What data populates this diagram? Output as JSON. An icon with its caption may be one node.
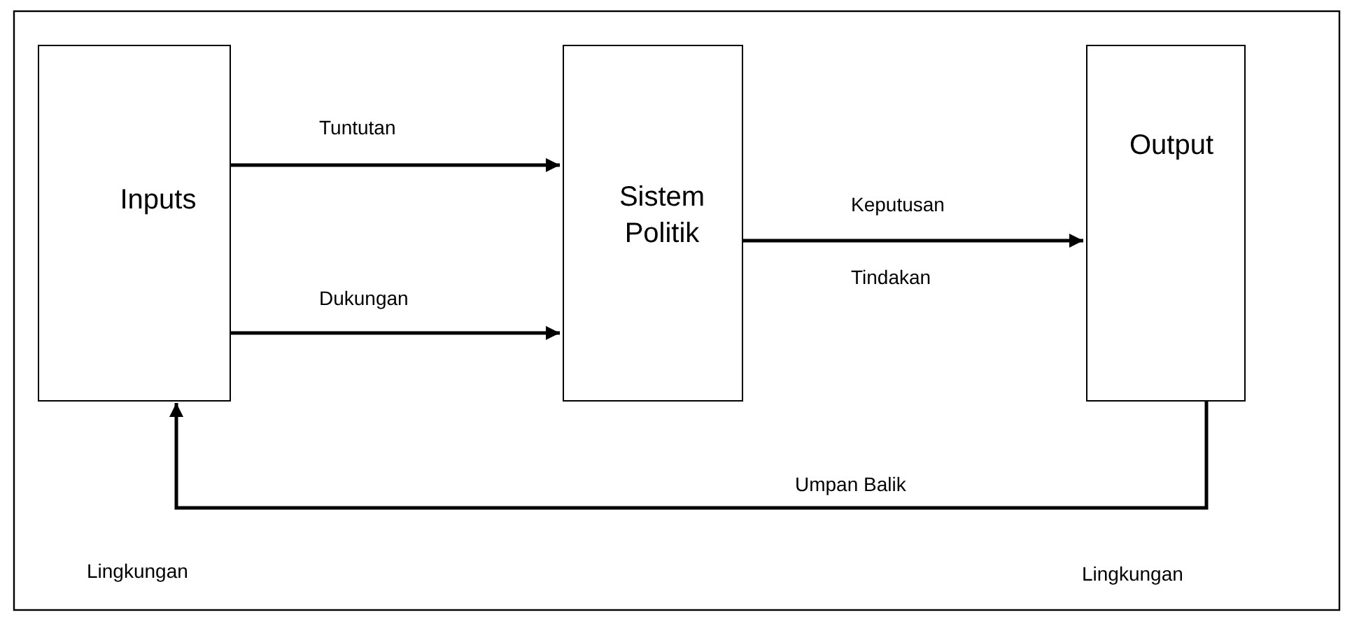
{
  "diagram": {
    "nodes": [
      {
        "text": [
          "Inputs"
        ]
      },
      {
        "text": [
          "Sistem Politik"
        ]
      },
      {
        "text": [
          "Output"
        ]
      }
    ],
    "edges": [
      {
        "from": 0,
        "to": 1,
        "arrow": "to",
        "label": "Tuntutan"
      },
      {
        "from": 0,
        "to": 1,
        "arrow": "to",
        "label": "Dukungan"
      },
      {
        "from": 1,
        "to": 2,
        "arrow": "to",
        "label": "Keputusan"
      },
      {
        "from": 2,
        "to": 0,
        "arrow": "to",
        "label": "Umpan Balik"
      }
    ],
    "labels": [
      "Tindakan",
      "Lingkungan",
      "Lingkungan"
    ]
  }
}
